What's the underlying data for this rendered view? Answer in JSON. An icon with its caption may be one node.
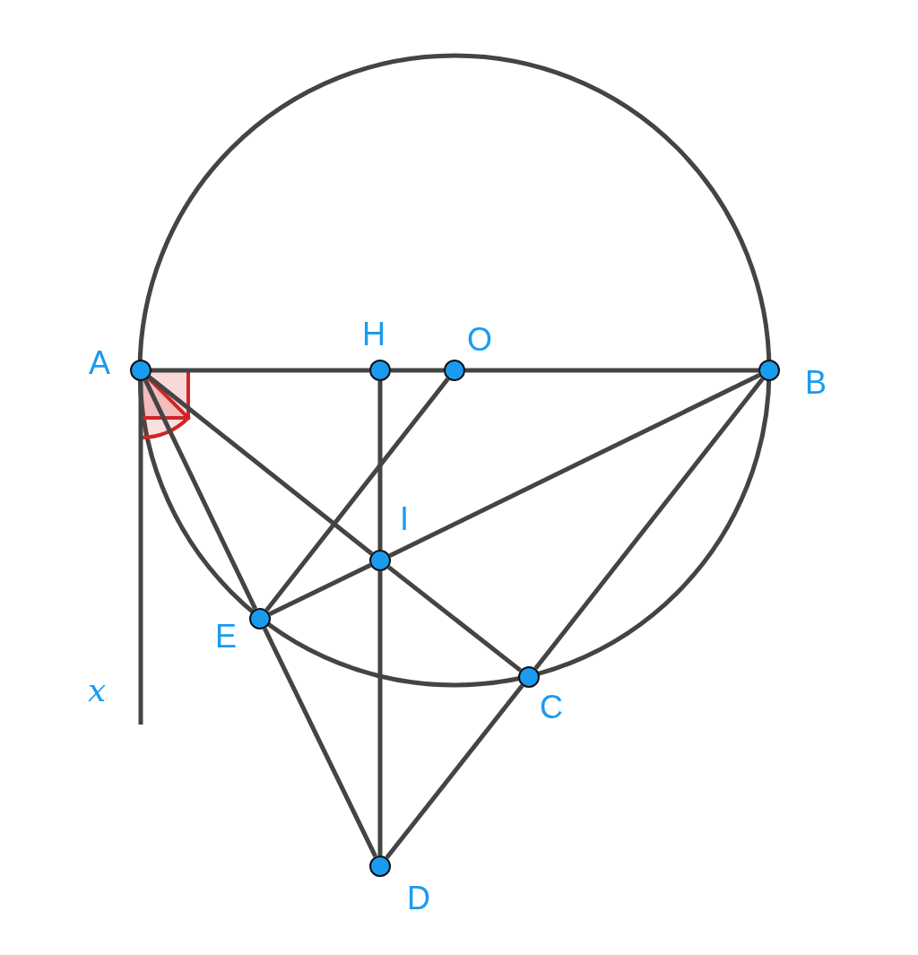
{
  "diagram": {
    "nodes": [
      {
        "text": [
          "A"
        ]
      },
      {
        "text": [
          "H"
        ]
      },
      {
        "text": [
          "O"
        ]
      },
      {
        "text": [
          "B"
        ]
      },
      {
        "text": [
          "I"
        ]
      },
      {
        "text": [
          "E"
        ]
      },
      {
        "text": [
          "C"
        ]
      },
      {
        "text": [
          "D"
        ]
      }
    ],
    "edges": [
      {
        "from": 0,
        "to": 1,
        "arrow": "none"
      },
      {
        "from": 1,
        "to": 2,
        "arrow": "none"
      },
      {
        "from": 2,
        "to": 3,
        "arrow": "none"
      },
      {
        "from": 1,
        "to": 4,
        "arrow": "none"
      },
      {
        "from": 4,
        "to": 7,
        "arrow": "none"
      },
      {
        "from": 2,
        "to": 5,
        "arrow": "none"
      },
      {
        "from": 0,
        "to": 5,
        "arrow": "none"
      },
      {
        "from": 0,
        "to": 4,
        "arrow": "none"
      },
      {
        "from": 4,
        "to": 6,
        "arrow": "none"
      },
      {
        "from": 3,
        "to": 4,
        "arrow": "none"
      },
      {
        "from": 4,
        "to": 5,
        "arrow": "none"
      },
      {
        "from": 3,
        "to": 6,
        "arrow": "none"
      },
      {
        "from": 5,
        "to": 7,
        "arrow": "none"
      },
      {
        "from": 6,
        "to": 7,
        "arrow": "none"
      },
      {
        "from": 0,
        "to": null,
        "arrow": "none"
      }
    ],
    "labels": [
      "x"
    ]
  }
}
